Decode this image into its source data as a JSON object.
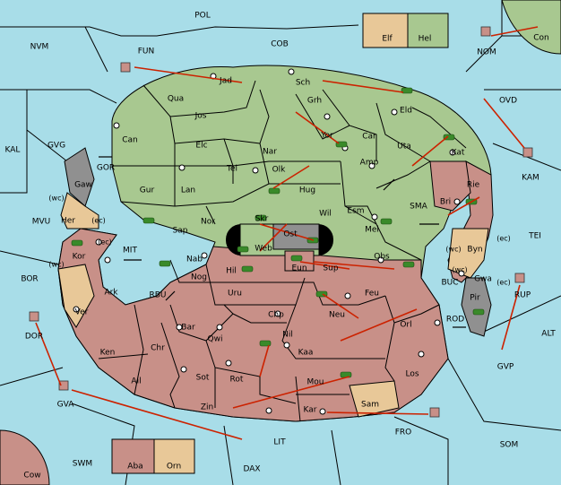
{
  "map": {
    "colors": {
      "sea": "#a8dde8",
      "green": "#a8c890",
      "pink": "#c89088",
      "tan": "#e8c898",
      "gray": "#909090",
      "arrow": "#cc2200",
      "unit": "#3a8a2a"
    },
    "provinces": [
      {
        "id": "POL",
        "label": "POL",
        "terrain": "sea"
      },
      {
        "id": "NVM",
        "label": "NVM",
        "terrain": "sea"
      },
      {
        "id": "FUN",
        "label": "FUN",
        "terrain": "sea"
      },
      {
        "id": "COB",
        "label": "COB",
        "terrain": "sea"
      },
      {
        "id": "Con",
        "label": "Con",
        "terrain": "green"
      },
      {
        "id": "NOM",
        "label": "NOM",
        "terrain": "sea"
      },
      {
        "id": "OVD",
        "label": "OVD",
        "terrain": "sea"
      },
      {
        "id": "KAL",
        "label": "KAL",
        "terrain": "sea"
      },
      {
        "id": "GVG",
        "label": "GVG",
        "terrain": "sea"
      },
      {
        "id": "KAM",
        "label": "KAM",
        "terrain": "sea"
      },
      {
        "id": "GOR",
        "label": "GOR",
        "terrain": "sea"
      },
      {
        "id": "MVU",
        "label": "MVU",
        "terrain": "sea"
      },
      {
        "id": "SMA",
        "label": "SMA",
        "terrain": "sea"
      },
      {
        "id": "TEI",
        "label": "TEI",
        "terrain": "sea"
      },
      {
        "id": "MIT",
        "label": "MIT",
        "terrain": "sea"
      },
      {
        "id": "BOR",
        "label": "BOR",
        "terrain": "sea"
      },
      {
        "id": "RBU",
        "label": "RBU",
        "terrain": "sea"
      },
      {
        "id": "BUC",
        "label": "BUC",
        "terrain": "sea"
      },
      {
        "id": "RUP",
        "label": "RUP",
        "terrain": "sea"
      },
      {
        "id": "ALT",
        "label": "ALT",
        "terrain": "sea"
      },
      {
        "id": "DOR",
        "label": "DOR",
        "terrain": "sea"
      },
      {
        "id": "ROD",
        "label": "ROD",
        "terrain": "sea"
      },
      {
        "id": "GVP",
        "label": "GVP",
        "terrain": "sea"
      },
      {
        "id": "GVA",
        "label": "GVA",
        "terrain": "sea"
      },
      {
        "id": "FRO",
        "label": "FRO",
        "terrain": "sea"
      },
      {
        "id": "SOM",
        "label": "SOM",
        "terrain": "sea"
      },
      {
        "id": "LIT",
        "label": "LIT",
        "terrain": "sea"
      },
      {
        "id": "SWM",
        "label": "SWM",
        "terrain": "sea"
      },
      {
        "id": "DAX",
        "label": "DAX",
        "terrain": "sea"
      },
      {
        "id": "Cow",
        "label": "Cow",
        "terrain": "pink"
      },
      {
        "id": "Elf",
        "label": "Elf",
        "terrain": "tan"
      },
      {
        "id": "Hel",
        "label": "Hel",
        "terrain": "green"
      },
      {
        "id": "Aba",
        "label": "Aba",
        "terrain": "pink"
      },
      {
        "id": "Orn",
        "label": "Orn",
        "terrain": "tan"
      },
      {
        "id": "Jad",
        "label": "Jad",
        "terrain": "green"
      },
      {
        "id": "Sch",
        "label": "Sch",
        "terrain": "green"
      },
      {
        "id": "Qua",
        "label": "Qua",
        "terrain": "green"
      },
      {
        "id": "Grh",
        "label": "Grh",
        "terrain": "green"
      },
      {
        "id": "Eld",
        "label": "Eld",
        "terrain": "green"
      },
      {
        "id": "Jos",
        "label": "Jos",
        "terrain": "green"
      },
      {
        "id": "Can",
        "label": "Can",
        "terrain": "green"
      },
      {
        "id": "Yor",
        "label": "Yor",
        "terrain": "green"
      },
      {
        "id": "Car",
        "label": "Car",
        "terrain": "green"
      },
      {
        "id": "Uta",
        "label": "Uta",
        "terrain": "green"
      },
      {
        "id": "Elc",
        "label": "Elc",
        "terrain": "green"
      },
      {
        "id": "Nar",
        "label": "Nar",
        "terrain": "green"
      },
      {
        "id": "Amp",
        "label": "Amp",
        "terrain": "green"
      },
      {
        "id": "Kat",
        "label": "Kat",
        "terrain": "green"
      },
      {
        "id": "Tel",
        "label": "Tel",
        "terrain": "green"
      },
      {
        "id": "Olk",
        "label": "Olk",
        "terrain": "green"
      },
      {
        "id": "Gaw",
        "label": "Gaw",
        "terrain": "gray"
      },
      {
        "id": "Gur",
        "label": "Gur",
        "terrain": "green"
      },
      {
        "id": "Lan",
        "label": "Lan",
        "terrain": "green"
      },
      {
        "id": "Hug",
        "label": "Hug",
        "terrain": "green"
      },
      {
        "id": "Bri",
        "label": "Bri",
        "terrain": "pink"
      },
      {
        "id": "Rie",
        "label": "Rie",
        "terrain": "pink"
      },
      {
        "id": "Her",
        "label": "Her",
        "terrain": "tan"
      },
      {
        "id": "Nor",
        "label": "Nor",
        "terrain": "green"
      },
      {
        "id": "Wil",
        "label": "Wil",
        "terrain": "green"
      },
      {
        "id": "Esm",
        "label": "Esm",
        "terrain": "green"
      },
      {
        "id": "Sap",
        "label": "Sap",
        "terrain": "green"
      },
      {
        "id": "Skr",
        "label": "Skr",
        "terrain": "green"
      },
      {
        "id": "Ost",
        "label": "Ost",
        "terrain": "gray"
      },
      {
        "id": "Mel",
        "label": "Mel",
        "terrain": "green"
      },
      {
        "id": "Kor",
        "label": "Kor",
        "terrain": "pink"
      },
      {
        "id": "Web",
        "label": "Web",
        "terrain": "green"
      },
      {
        "id": "Byn",
        "label": "Byn",
        "terrain": "tan"
      },
      {
        "id": "Nab",
        "label": "Nab",
        "terrain": "pink"
      },
      {
        "id": "Obs",
        "label": "Obs",
        "terrain": "pink"
      },
      {
        "id": "Hil",
        "label": "Hil",
        "terrain": "pink"
      },
      {
        "id": "Eun",
        "label": "Eun",
        "terrain": "pink"
      },
      {
        "id": "Sup",
        "label": "Sup",
        "terrain": "pink"
      },
      {
        "id": "Gwa",
        "label": "Gwa",
        "terrain": "tan"
      },
      {
        "id": "Nog",
        "label": "Nog",
        "terrain": "pink"
      },
      {
        "id": "Ark",
        "label": "Ark",
        "terrain": "pink"
      },
      {
        "id": "Uru",
        "label": "Uru",
        "terrain": "pink"
      },
      {
        "id": "Feu",
        "label": "Feu",
        "terrain": "pink"
      },
      {
        "id": "Pir",
        "label": "Pir",
        "terrain": "gray"
      },
      {
        "id": "Ver",
        "label": "Ver",
        "terrain": "tan"
      },
      {
        "id": "Chp",
        "label": "Chp",
        "terrain": "pink"
      },
      {
        "id": "Neu",
        "label": "Neu",
        "terrain": "pink"
      },
      {
        "id": "Orl",
        "label": "Orl",
        "terrain": "pink"
      },
      {
        "id": "Bar",
        "label": "Bar",
        "terrain": "pink"
      },
      {
        "id": "Qwi",
        "label": "Qwi",
        "terrain": "pink"
      },
      {
        "id": "Nil",
        "label": "Nil",
        "terrain": "pink"
      },
      {
        "id": "Ken",
        "label": "Ken",
        "terrain": "pink"
      },
      {
        "id": "Chr",
        "label": "Chr",
        "terrain": "pink"
      },
      {
        "id": "Kaa",
        "label": "Kaa",
        "terrain": "pink"
      },
      {
        "id": "Los",
        "label": "Los",
        "terrain": "pink"
      },
      {
        "id": "Ail",
        "label": "Ail",
        "terrain": "pink"
      },
      {
        "id": "Sot",
        "label": "Sot",
        "terrain": "pink"
      },
      {
        "id": "Rot",
        "label": "Rot",
        "terrain": "pink"
      },
      {
        "id": "Mou",
        "label": "Mou",
        "terrain": "pink"
      },
      {
        "id": "Zin",
        "label": "Zin",
        "terrain": "pink"
      },
      {
        "id": "Kar",
        "label": "Kar",
        "terrain": "pink"
      },
      {
        "id": "Sam",
        "label": "Sam",
        "terrain": "tan"
      }
    ],
    "coast_tags": [
      "(wc)",
      "(ec)",
      "(ec)",
      "(wc)",
      "(wc)",
      "(ec)",
      "(wc)",
      "(ec)"
    ]
  }
}
